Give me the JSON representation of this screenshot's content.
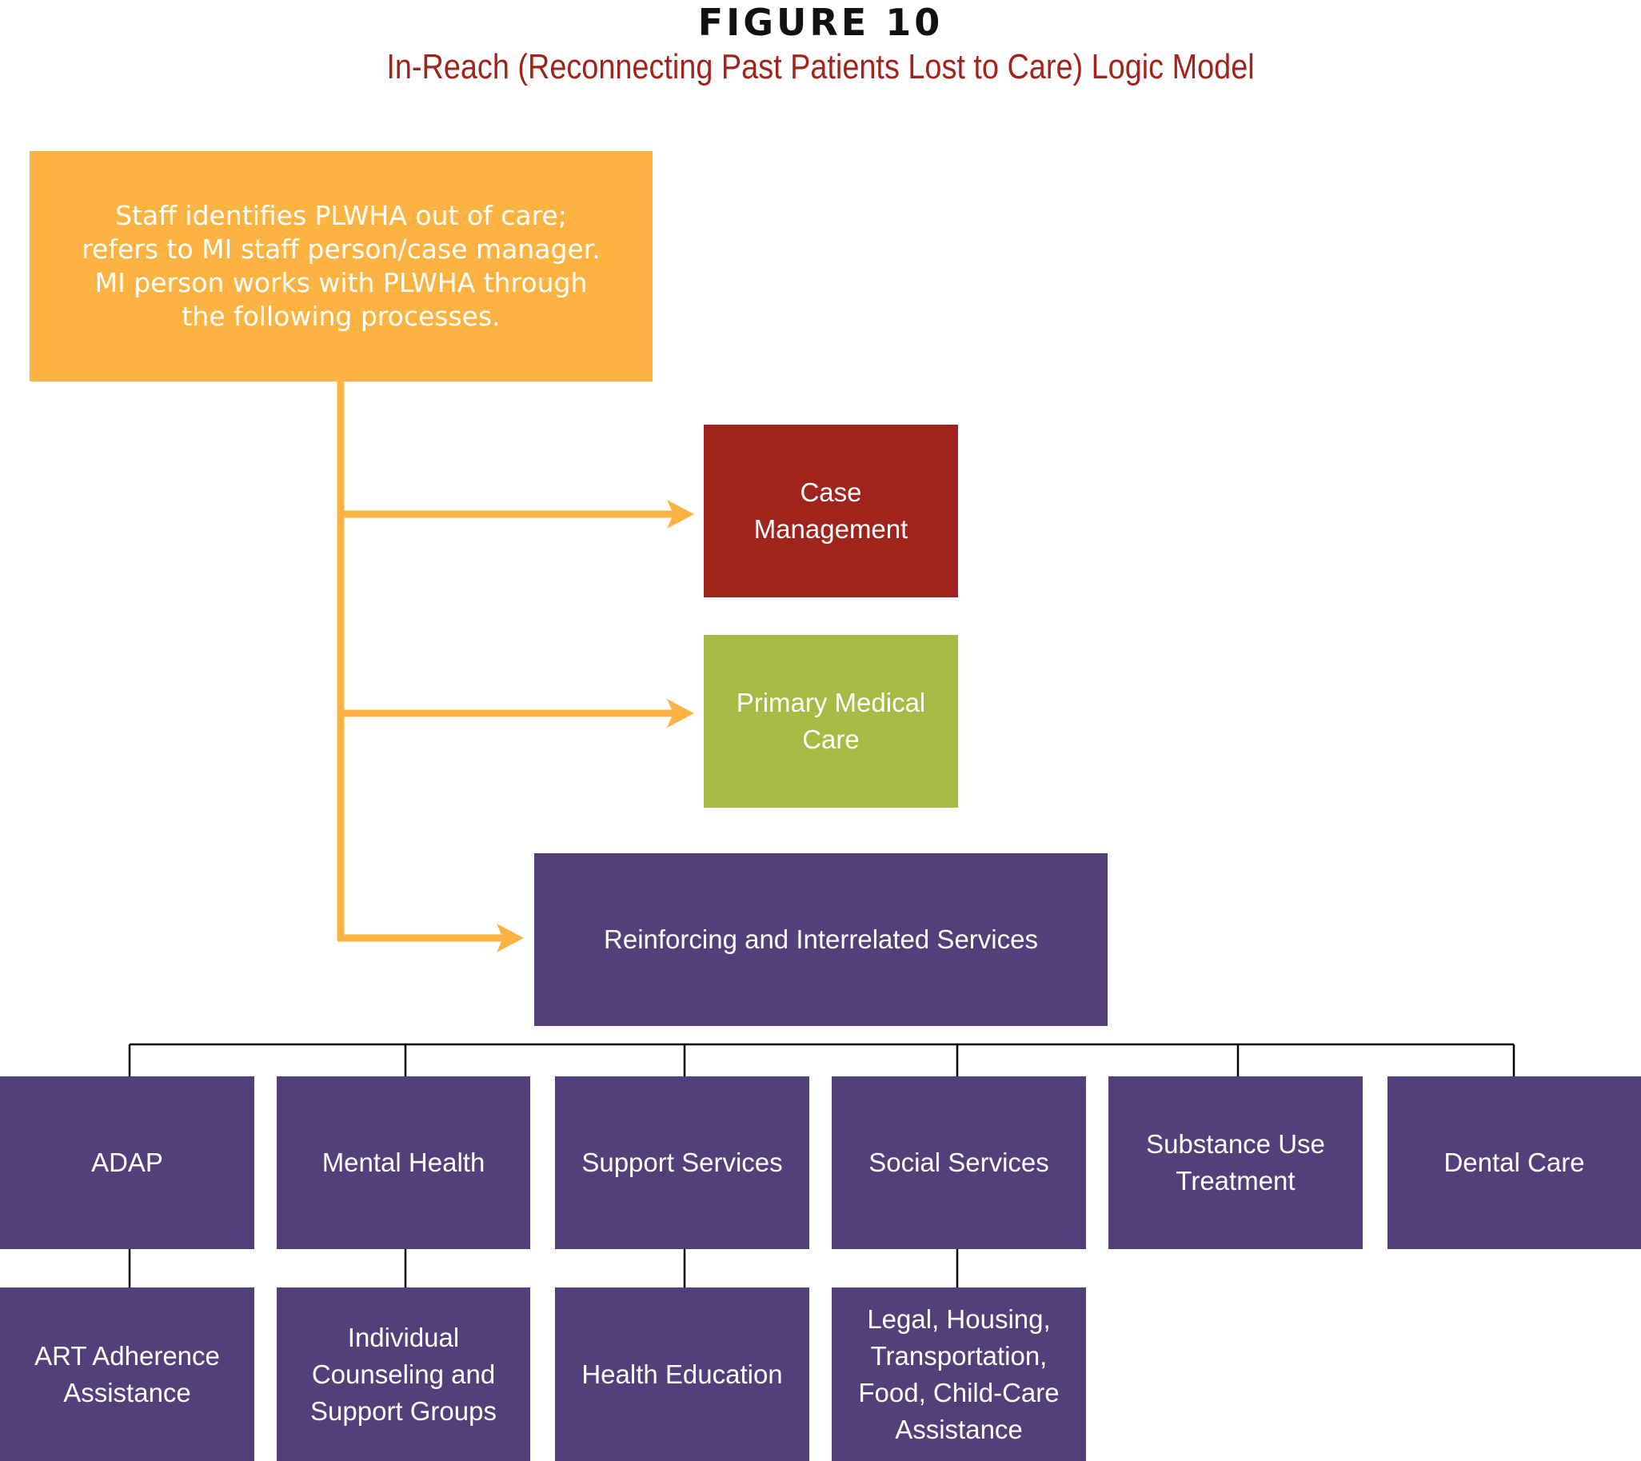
{
  "figure": {
    "label": "FIGURE 10",
    "title": "In-Reach (Reconnecting Past Patients Lost to Care) Logic Model"
  },
  "colors": {
    "start": "#fdb341",
    "case_management": "#a0241b",
    "primary_medical": "#a6bb44",
    "purple": "#53407a",
    "arrow": "#fdb341",
    "line": "#000000"
  },
  "nodes": {
    "start": "Staff identifies PLWHA out of care;\nrefers to MI staff person/case manager.\nMI person works with PLWHA through\nthe following processes.",
    "case_management": "Case\nManagement",
    "primary_medical": "Primary Medical\nCare",
    "reinforcing": "Reinforcing and Interrelated Services",
    "services": [
      {
        "label": "ADAP",
        "sub": "ART Adherence\nAssistance"
      },
      {
        "label": "Mental Health",
        "sub": "Individual\nCounseling and\nSupport Groups"
      },
      {
        "label": "Support Services",
        "sub": "Health Education"
      },
      {
        "label": "Social Services",
        "sub": "Legal, Housing,\nTransportation,\nFood, Child-Care\nAssistance"
      },
      {
        "label": "Substance Use\nTreatment"
      },
      {
        "label": "Dental Care"
      }
    ]
  }
}
